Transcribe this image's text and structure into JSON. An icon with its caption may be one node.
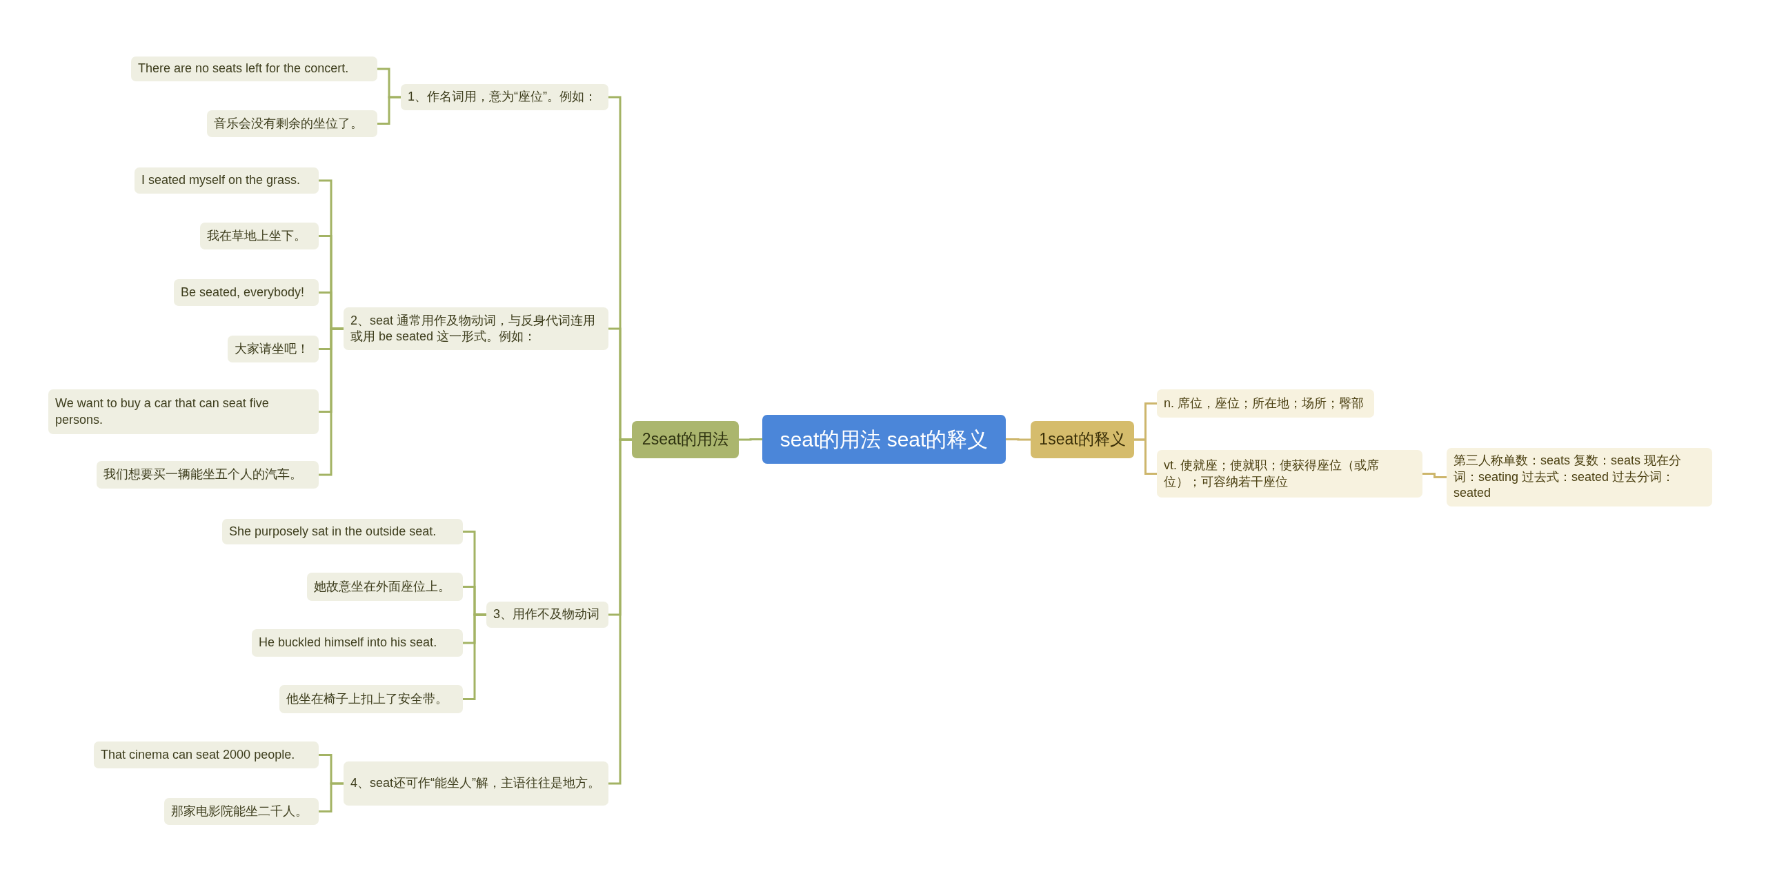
{
  "diagram": {
    "nodes": [
      {
        "text": [
          "seat的用法 seat的释义"
        ]
      },
      {
        "text": [
          "2seat的用法"
        ]
      },
      {
        "text": [
          "1、作名词用，意为“座位”。例如："
        ]
      },
      {
        "text": [
          "There are no seats left for the concert."
        ]
      },
      {
        "text": [
          "音乐会没有剩余的坐位了。"
        ]
      },
      {
        "text": [
          "2、seat 通常用作及物动词，与反身代词连用或用 be seated 这一形式。例如："
        ]
      },
      {
        "text": [
          "I seated myself on the grass."
        ]
      },
      {
        "text": [
          "我在草地上坐下。"
        ]
      },
      {
        "text": [
          "Be seated, everybody!"
        ]
      },
      {
        "text": [
          "大家请坐吧！"
        ]
      },
      {
        "text": [
          "We want to buy a car that can seat five persons."
        ]
      },
      {
        "text": [
          "我们想要买一辆能坐五个人的汽车。"
        ]
      },
      {
        "text": [
          "3、用作不及物动词"
        ]
      },
      {
        "text": [
          "She purposely sat in the outside seat."
        ]
      },
      {
        "text": [
          "她故意坐在外面座位上。"
        ]
      },
      {
        "text": [
          "He buckled himself into his seat."
        ]
      },
      {
        "text": [
          "他坐在椅子上扣上了安全带。"
        ]
      },
      {
        "text": [
          "4、seat还可作“能坐人”解，主语往往是地方。"
        ]
      },
      {
        "text": [
          "That cinema can seat 2000 people."
        ]
      },
      {
        "text": [
          "那家电影院能坐二千人。"
        ]
      },
      {
        "text": [
          "1seat的释义"
        ]
      },
      {
        "text": [
          "n. 席位，座位；所在地；场所；臀部"
        ]
      },
      {
        "text": [
          "vt. 使就座；使就职；使获得座位（或席位）；可容纳若干座位"
        ]
      },
      {
        "text": [
          "第三人称单数：seats 复数：seats 现在分词：seating 过去式：seated 过去分词：seated"
        ]
      }
    ],
    "edges": [
      {
        "from": 0,
        "to": 1,
        "arrow": "none"
      },
      {
        "from": 1,
        "to": 2,
        "arrow": "none"
      },
      {
        "from": 2,
        "to": 3,
        "arrow": "none"
      },
      {
        "from": 2,
        "to": 4,
        "arrow": "none"
      },
      {
        "from": 1,
        "to": 5,
        "arrow": "none"
      },
      {
        "from": 5,
        "to": 6,
        "arrow": "none"
      },
      {
        "from": 5,
        "to": 7,
        "arrow": "none"
      },
      {
        "from": 5,
        "to": 8,
        "arrow": "none"
      },
      {
        "from": 5,
        "to": 9,
        "arrow": "none"
      },
      {
        "from": 5,
        "to": 10,
        "arrow": "none"
      },
      {
        "from": 5,
        "to": 11,
        "arrow": "none"
      },
      {
        "from": 1,
        "to": 12,
        "arrow": "none"
      },
      {
        "from": 12,
        "to": 13,
        "arrow": "none"
      },
      {
        "from": 12,
        "to": 14,
        "arrow": "none"
      },
      {
        "from": 12,
        "to": 15,
        "arrow": "none"
      },
      {
        "from": 12,
        "to": 16,
        "arrow": "none"
      },
      {
        "from": 1,
        "to": 17,
        "arrow": "none"
      },
      {
        "from": 17,
        "to": 18,
        "arrow": "none"
      },
      {
        "from": 17,
        "to": 19,
        "arrow": "none"
      },
      {
        "from": 0,
        "to": 20,
        "arrow": "none",
        "color": "#cdb66c"
      },
      {
        "from": 20,
        "to": 21,
        "arrow": "none",
        "color": "#cdb66c"
      },
      {
        "from": 20,
        "to": 22,
        "arrow": "none",
        "color": "#cdb66c"
      },
      {
        "from": 22,
        "to": 23,
        "arrow": "none",
        "color": "#cdb66c"
      }
    ]
  }
}
